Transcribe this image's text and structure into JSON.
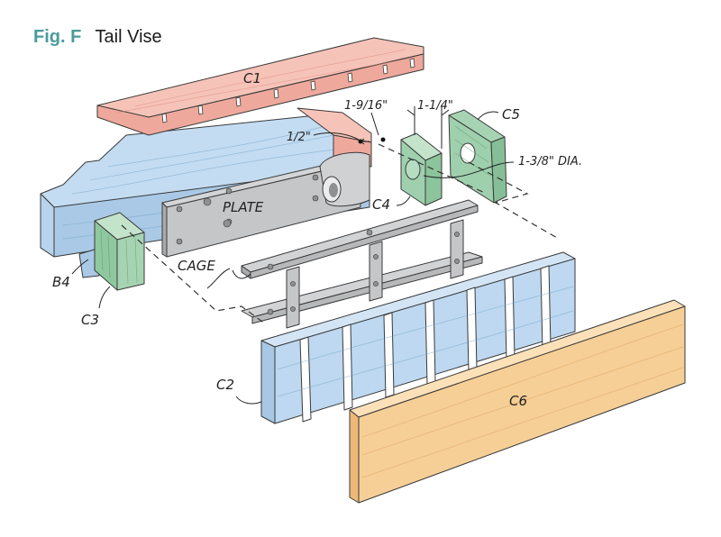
{
  "figure": {
    "number": "Fig. F",
    "title": "Tail Vise"
  },
  "colors": {
    "figure_number": "#4a9a9c",
    "c1_end_cap": "#f0b1a6",
    "bench_top": "#bcd7ef",
    "c2_jaw": "#bdd8f0",
    "c3_c4_c5_blocks": "#9fd0ad",
    "steel_plate_cage": "#c9cacc",
    "c6_face_board": "#f6cf96"
  },
  "parts": [
    {
      "id": "C1",
      "label": "C1",
      "description": "end cap with dog notches"
    },
    {
      "id": "C2",
      "label": "C2",
      "description": "sliding jaw with dog slots"
    },
    {
      "id": "C3",
      "label": "C3",
      "description": "block"
    },
    {
      "id": "C4",
      "label": "C4",
      "description": "block with hole"
    },
    {
      "id": "C5",
      "label": "C5",
      "description": "plate with hole"
    },
    {
      "id": "C6",
      "label": "C6",
      "description": "face board"
    },
    {
      "id": "B4",
      "label": "B4",
      "description": "bench leg/support"
    },
    {
      "id": "PLATE",
      "label": "PLATE",
      "description": "steel plate with screw nut"
    },
    {
      "id": "CAGE",
      "label": "CAGE",
      "description": "steel cage"
    }
  ],
  "dimensions": {
    "half_inch": "1/2\"",
    "one_9_16": "1-9/16\"",
    "one_1_4": "1-1/4\"",
    "hole_dia": "1-3/8\" DIA."
  }
}
